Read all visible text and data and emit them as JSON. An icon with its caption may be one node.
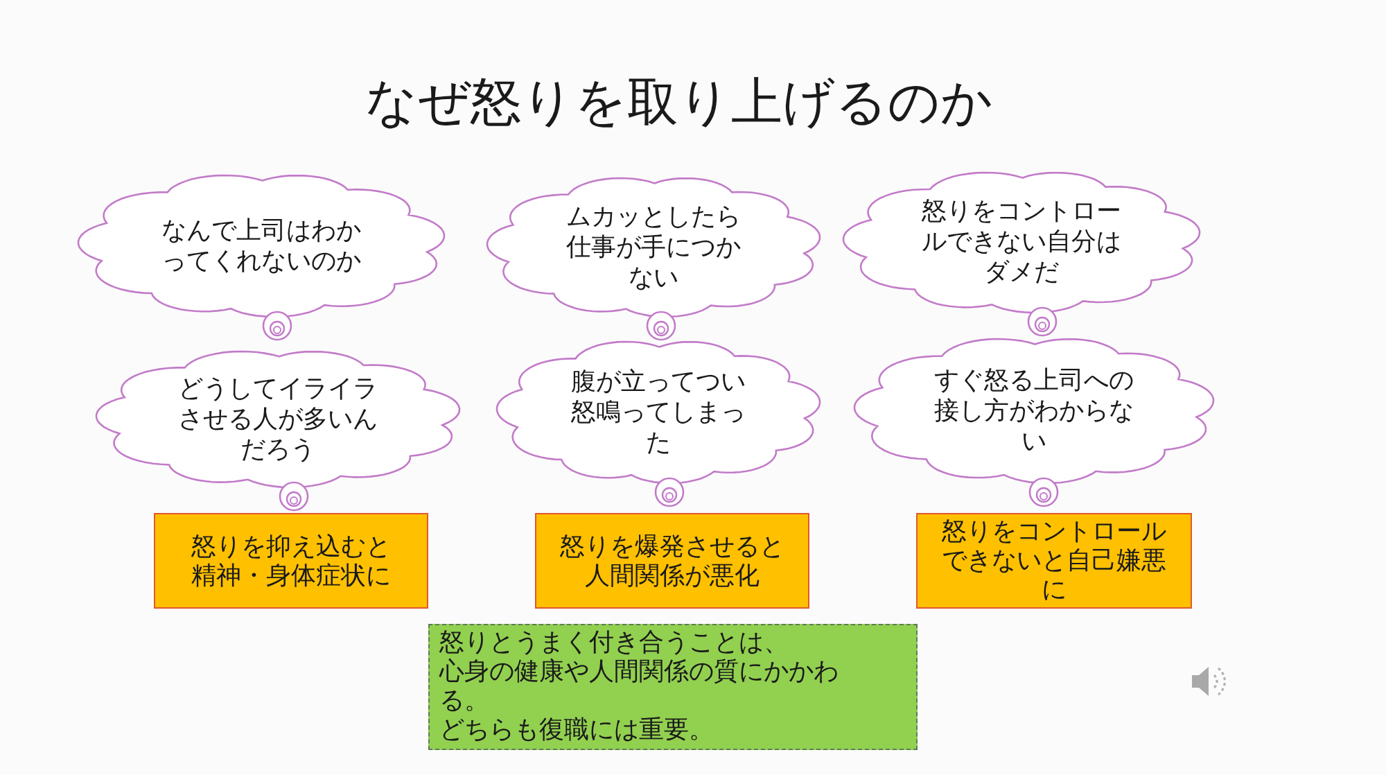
{
  "diagram": {
    "title": "なぜ怒りを取り上げるのか",
    "nodes": [
      {
        "text": [
          "なんで上司はわかってくれないのか"
        ]
      },
      {
        "text": [
          "ムカッとしたら仕事が手につかない"
        ]
      },
      {
        "text": [
          "怒りをコントロールできない自分はダメだ"
        ]
      },
      {
        "text": [
          "どうしてイライラさせる人が多いんだろう"
        ]
      },
      {
        "text": [
          "腹が立ってつい怒鳴ってしまった"
        ]
      },
      {
        "text": [
          "すぐ怒る上司への接し方がわからない"
        ]
      },
      {
        "text": [
          "怒りを抑え込むと精神・身体症状に"
        ]
      },
      {
        "text": [
          "怒りを爆発させると人間関係が悪化"
        ]
      },
      {
        "text": [
          "怒りをコントロールできないと自己嫌悪に"
        ]
      },
      {
        "text": [
          "怒りとうまく付き合うことは、",
          "心身の健康や人間関係の質にかかわる。",
          "どちらも復職には重要。"
        ]
      }
    ]
  }
}
